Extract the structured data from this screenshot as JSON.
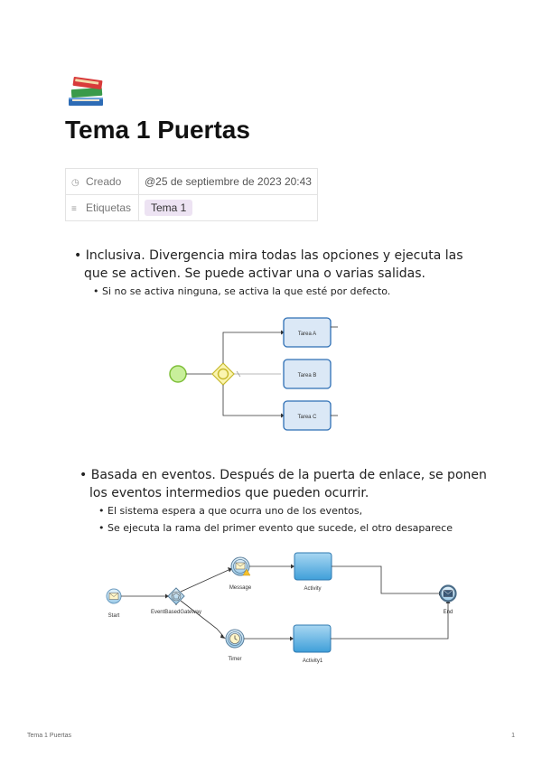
{
  "page": {
    "title": "Tema 1 Puertas",
    "icon": "books-icon"
  },
  "properties": {
    "created_label": "Creado",
    "created_value": "@25 de septiembre de 2023 20:43",
    "tags_label": "Etiquetas",
    "tag": "Tema 1"
  },
  "content": {
    "inclusive_line1": "Inclusiva. Divergencia mira todas las opciones y ejecuta las",
    "inclusive_line2": "que se activen. Se puede activar una o varias salidas.",
    "inclusive_sub": "Si no se activa ninguna, se activa la que esté por defecto.",
    "events_line1": "Basada en eventos. Después de la puerta de enlace, se ponen",
    "events_line2": "los eventos intermedios que pueden ocurrir.",
    "events_sub1": "El sistema espera a que ocurra uno de los eventos,",
    "events_sub2": "Se ejecuta la rama del primer evento que sucede, el otro desaparece"
  },
  "diagram1": {
    "task_a": "Tarea A",
    "task_b": "Tarea B",
    "task_c": "Tarea C"
  },
  "diagram2": {
    "start": "Start",
    "gateway": "EventBasedGateway",
    "message": "Message",
    "timer": "Timer",
    "activity": "Activity",
    "activity1": "Activity1",
    "end": "End"
  },
  "footer": {
    "title": "Tema 1 Puertas",
    "page_number": "1"
  }
}
